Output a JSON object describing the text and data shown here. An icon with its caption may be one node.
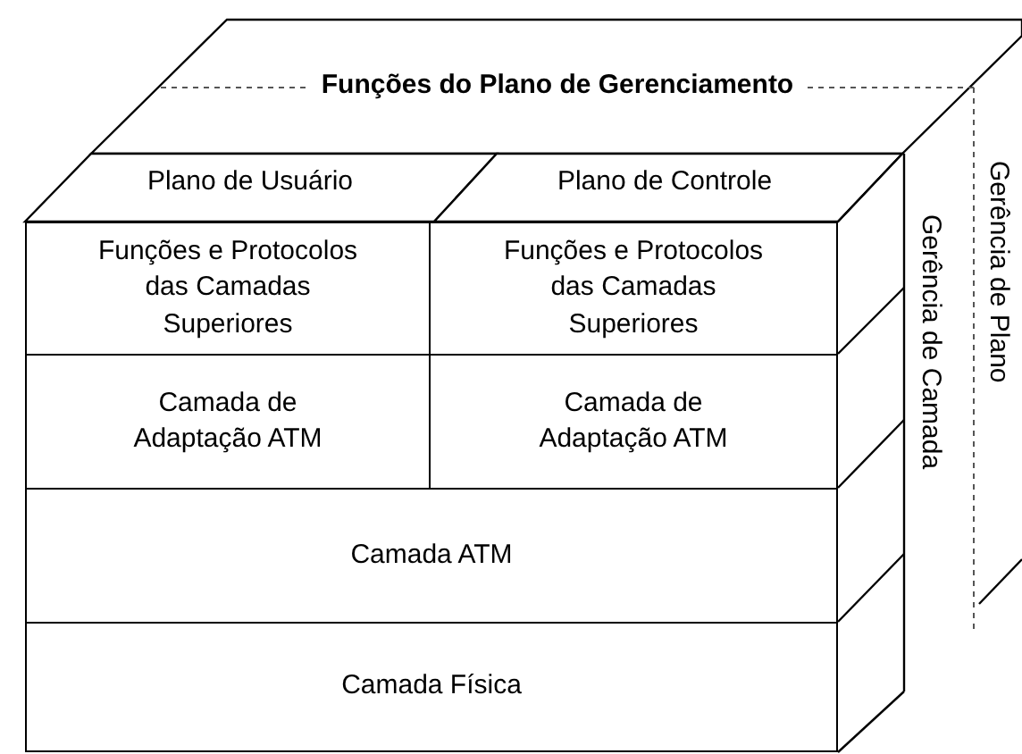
{
  "diagram": {
    "nodes": [
      {
        "text": [
          "Funções do Plano de Gerenciamento"
        ]
      },
      {
        "text": [
          "Plano de Usuário"
        ]
      },
      {
        "text": [
          "Plano de Controle"
        ]
      },
      {
        "text": [
          "Funções e Protocolos das Camadas Superiores"
        ]
      },
      {
        "text": [
          "Funções e Protocolos das Camadas Superiores"
        ]
      },
      {
        "text": [
          "Camada de Adaptação ATM"
        ]
      },
      {
        "text": [
          "Camada de Adaptação ATM"
        ]
      },
      {
        "text": [
          "Camada ATM"
        ]
      },
      {
        "text": [
          "Camada Física"
        ]
      },
      {
        "text": [
          "Gerência de Camada"
        ]
      },
      {
        "text": [
          "Gerência de Plano"
        ]
      }
    ]
  }
}
